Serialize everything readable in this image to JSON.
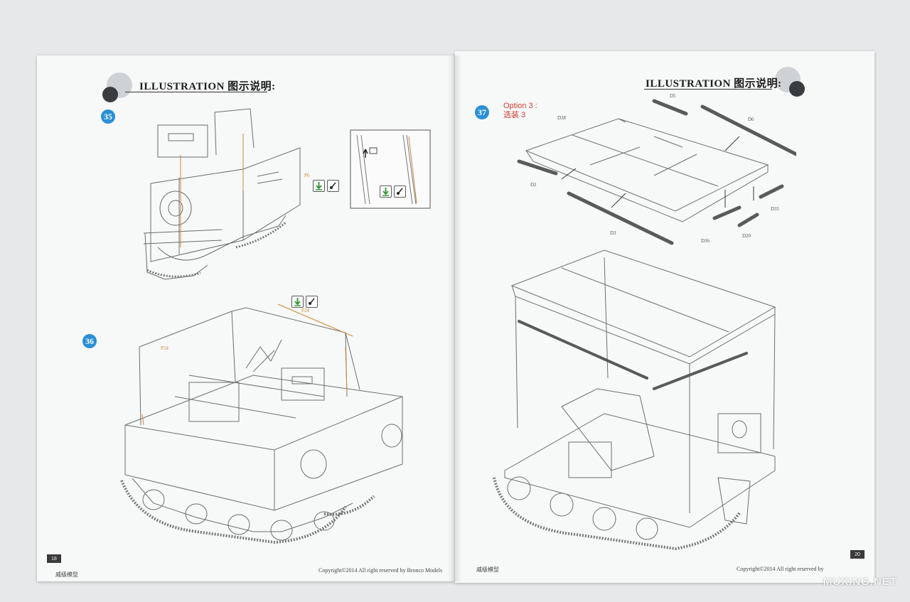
{
  "left_page": {
    "header": "ILLUSTRATION 图示说明:",
    "steps": [
      "35",
      "36"
    ],
    "part_labels": [
      "P6",
      "P24",
      "P24"
    ],
    "page_number": "18",
    "footer_left": "威级模型",
    "footer_right": "Copyright©2014  All right reserved by Bronco Models"
  },
  "right_page": {
    "header": "ILLUSTRATION 图示说明:",
    "steps": [
      "37"
    ],
    "option_label": [
      "Option 3 :",
      "选装 3"
    ],
    "part_labels": [
      "D5",
      "D38",
      "D6",
      "D2",
      "D3",
      "D35",
      "D36",
      "D20"
    ],
    "page_number": "20",
    "footer_left": "威级模型",
    "footer_right": "Copyright©2014  All right reserved by"
  },
  "watermark": "MUXING.NET",
  "colors": {
    "step_badge": "#2a8fd6",
    "option_text": "#d23b2e",
    "glue_icon": "#3a9a3a",
    "part_orange": "#c98a35"
  },
  "icons": [
    "glue-down-icon",
    "brush-icon"
  ]
}
